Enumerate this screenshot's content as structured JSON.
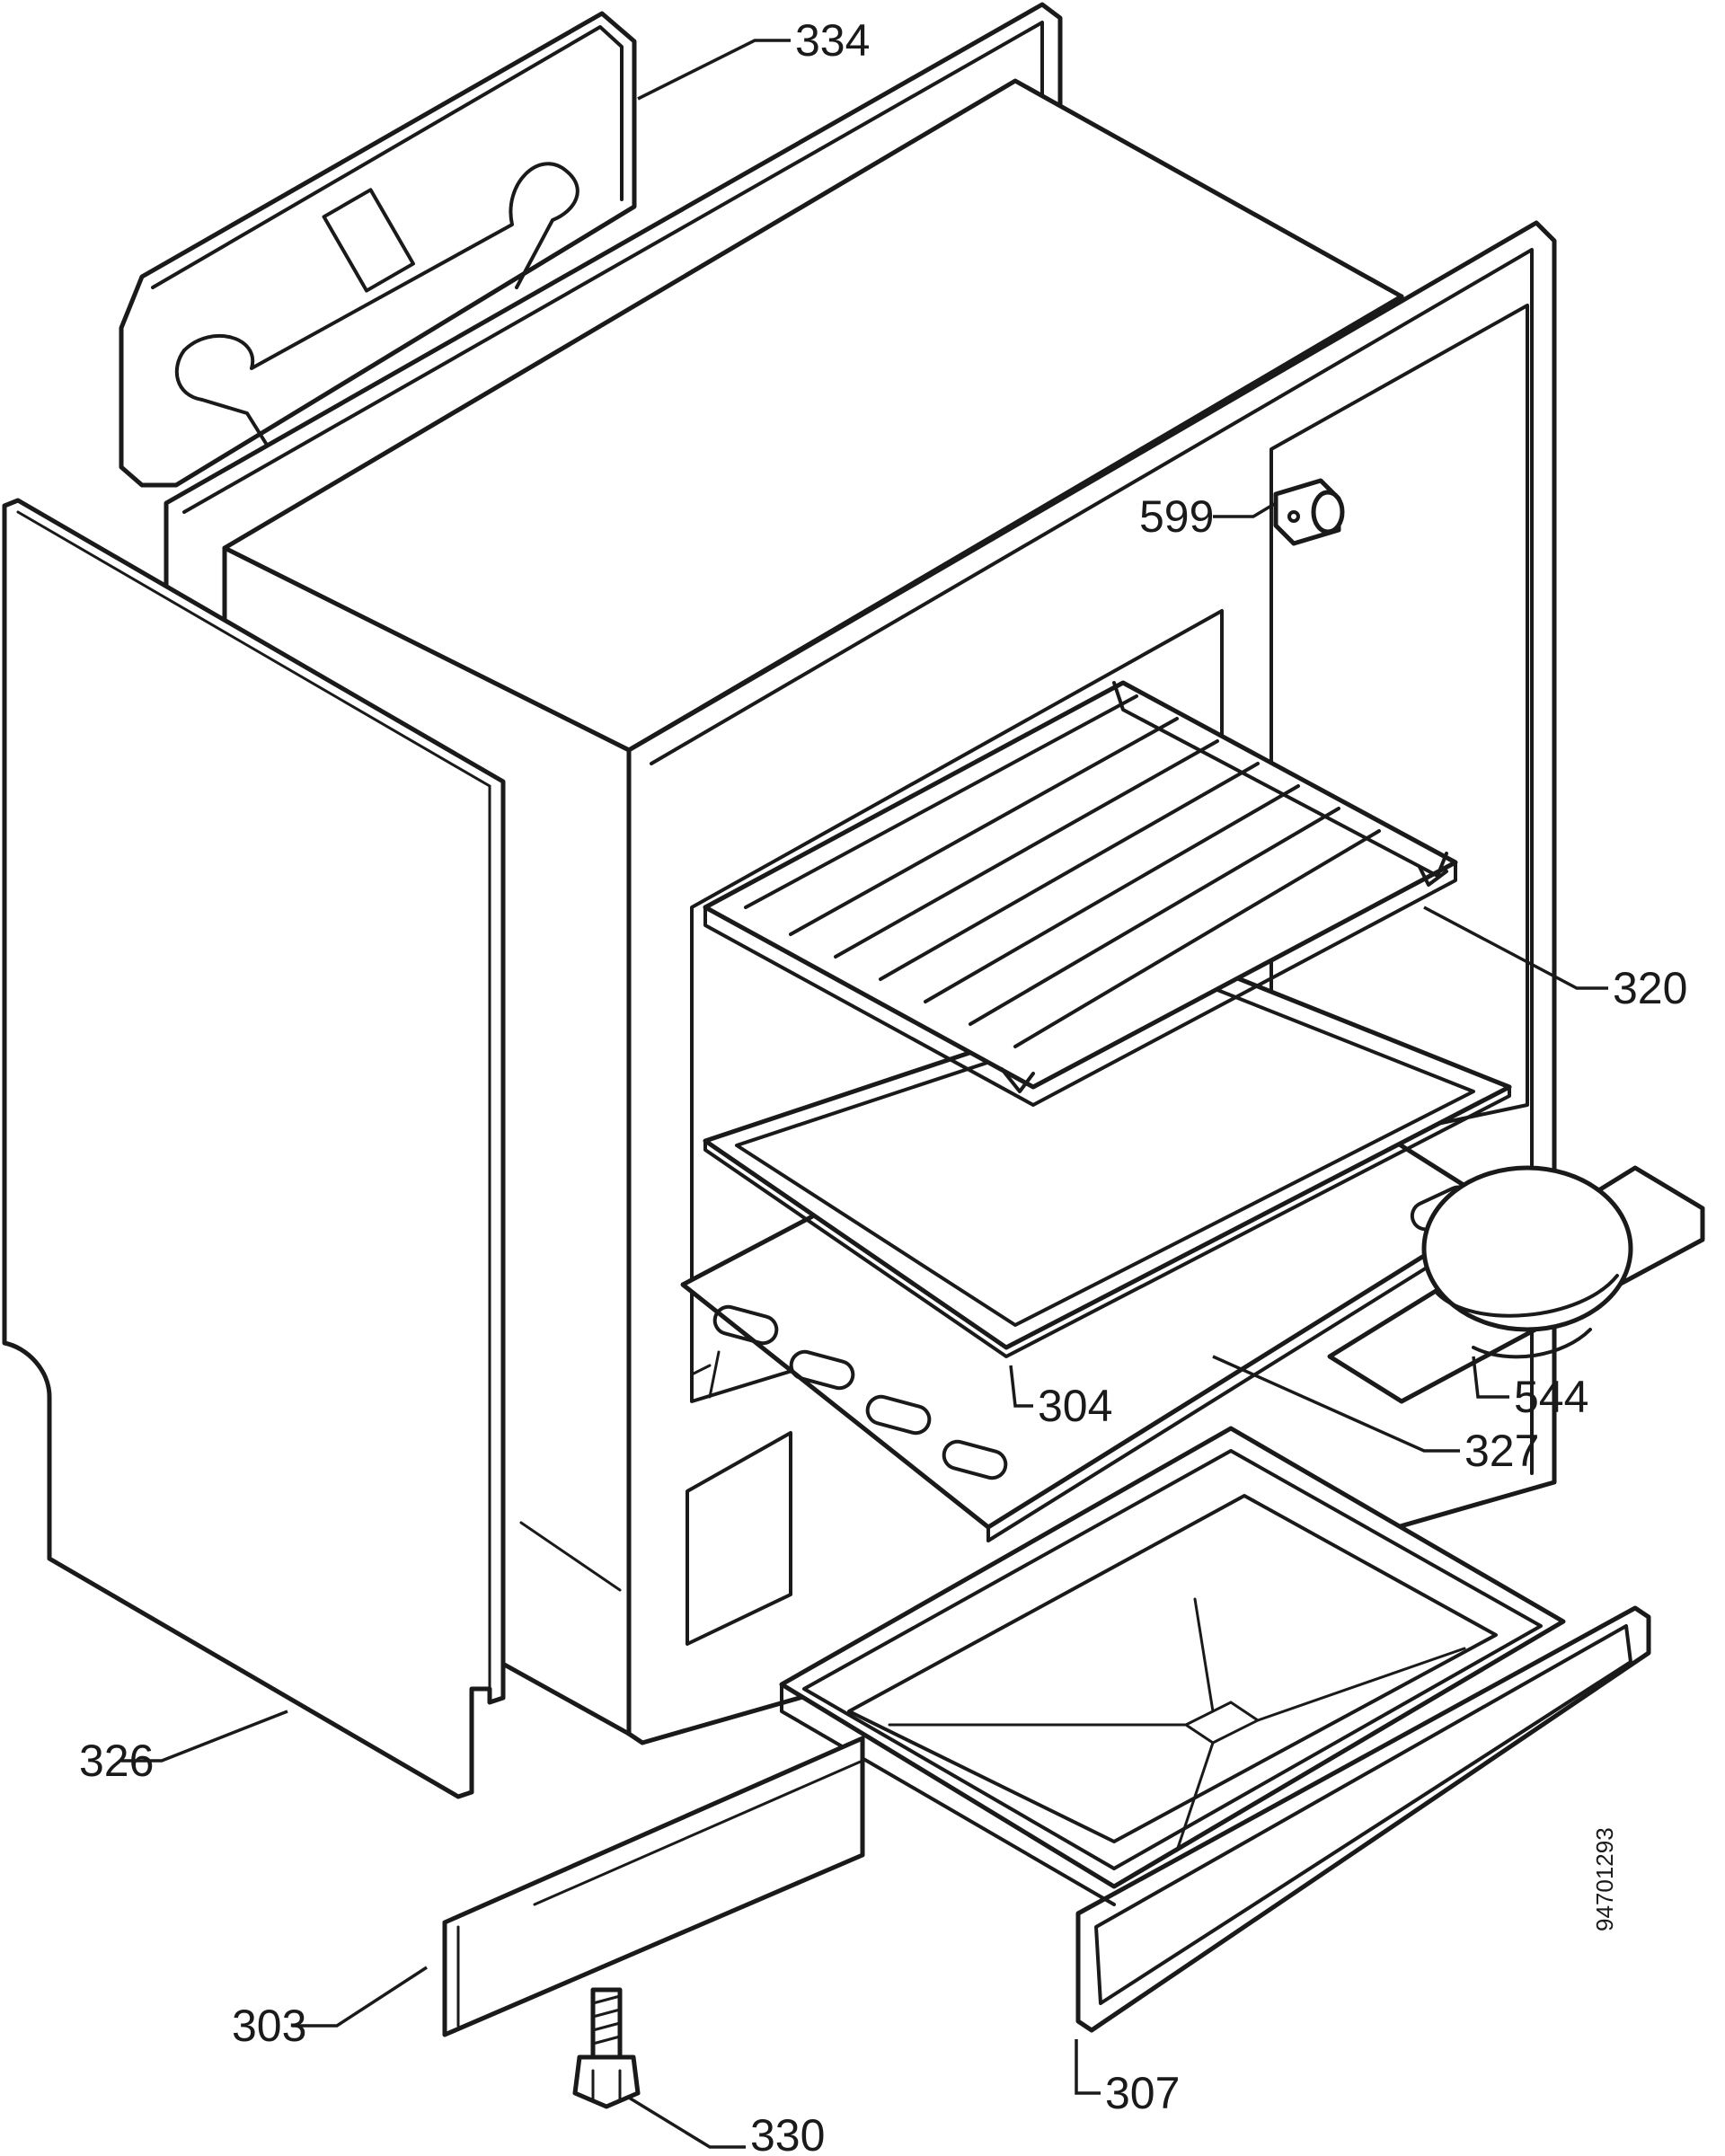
{
  "diagram": {
    "document_number": "94701293",
    "callouts": [
      {
        "id": "334",
        "label": "334"
      },
      {
        "id": "599",
        "label": "599"
      },
      {
        "id": "320",
        "label": "320"
      },
      {
        "id": "304",
        "label": "304"
      },
      {
        "id": "544",
        "label": "544"
      },
      {
        "id": "327",
        "label": "327"
      },
      {
        "id": "326",
        "label": "326"
      },
      {
        "id": "303",
        "label": "303"
      },
      {
        "id": "307",
        "label": "307"
      },
      {
        "id": "330",
        "label": "330"
      }
    ]
  }
}
